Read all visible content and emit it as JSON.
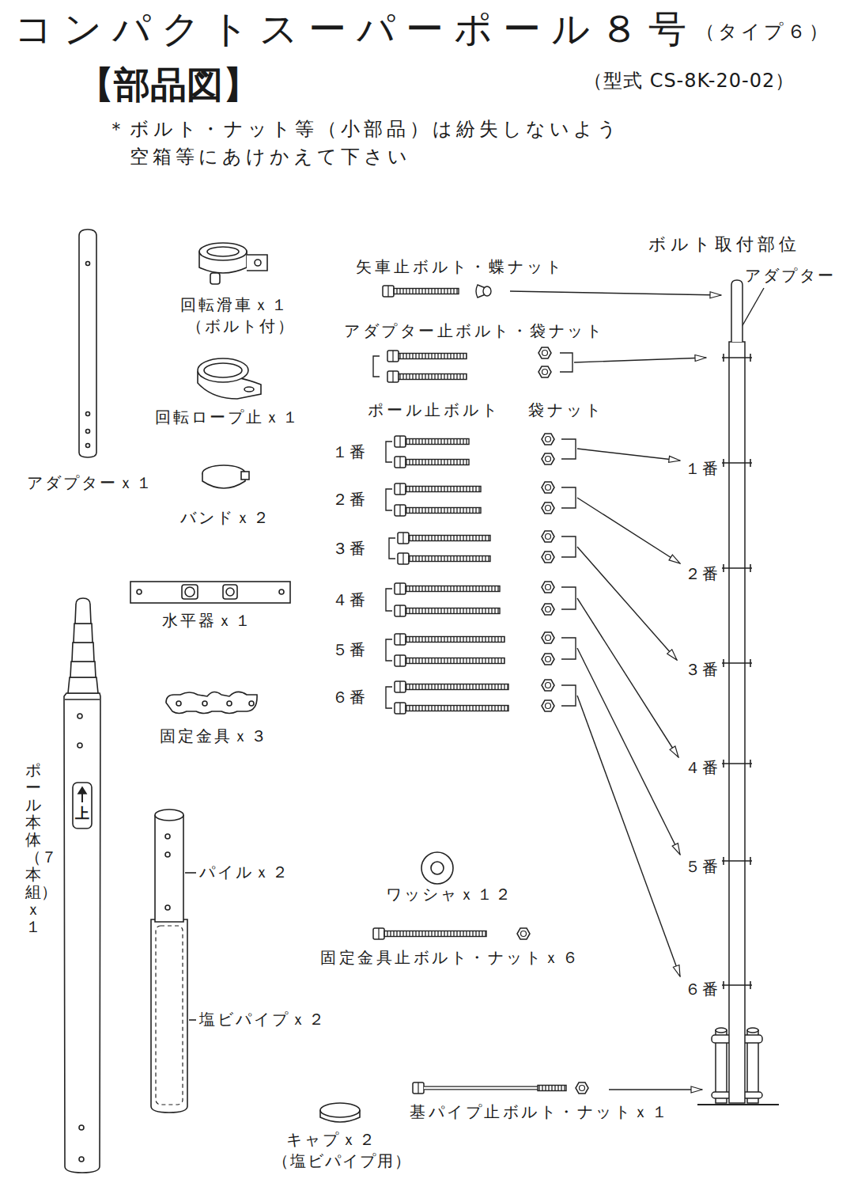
{
  "diagram": {
    "title": "コンパクトスーパーポール８号",
    "labels": [
      "（タイプ６）",
      "【部品図】",
      "（型式 CS-8K-20-02）",
      "＊ボルト・ナット等（小部品）は紛失しないよう 空箱等にあけかえて下さい",
      "回転滑車ｘ１",
      "（ボルト付）",
      "回転ロープ止ｘ１",
      "アダプターｘ１",
      "バンドｘ２",
      "水平器ｘ１",
      "固定金具ｘ３",
      "ポール本体（７本組）ｘ１",
      "上",
      "パイルｘ２",
      "塩ビパイプｘ２",
      "キャプｘ２",
      "（塩ビパイプ用）",
      "矢車止ボルト・蝶ナット",
      "アダプター止ボルト・袋ナット",
      "ポール止ボルト",
      "袋ナット",
      "１番",
      "２番",
      "３番",
      "４番",
      "５番",
      "６番",
      "ワッシャｘ１２",
      "固定金具止ボルト・ナットｘ６",
      "基パイプ止ボルト・ナットｘ１",
      "ボルト取付部位",
      "アダプター",
      "１番",
      "２番",
      "３番",
      "４番",
      "５番",
      "６番"
    ]
  }
}
